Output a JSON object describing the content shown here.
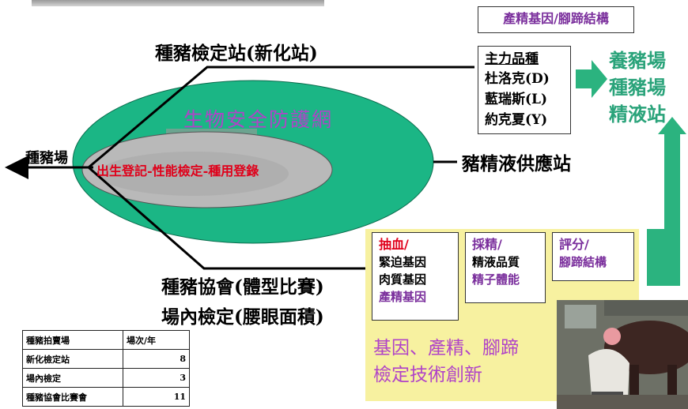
{
  "genetic_box_label": "產精基因/腳蹄結構",
  "station_label": "種豬檢定站(新化站)",
  "breeds": {
    "title": "主力品種",
    "items": [
      "杜洛克(D)",
      "藍瑞斯(L)",
      "約克夏(Y)"
    ]
  },
  "destinations": [
    "養豬場",
    "種豬場",
    "精液站"
  ],
  "ellipse": {
    "outer_label": "生物安全防護網",
    "inner_label": "出生登記-性能檢定-種用登錄"
  },
  "left_label": "種豬場",
  "semen_station_label": "豬精液供應站",
  "association_label_1": "種豬協會(體型比賽)",
  "association_label_2": "場內檢定(腰眼面積)",
  "panel": {
    "box1": {
      "title": "抽血/",
      "lines": [
        "緊迫基因",
        "肉質基因"
      ],
      "highlight": "產精基因"
    },
    "box2": {
      "title": "採精/",
      "lines": [
        "精液品質"
      ],
      "highlight": "精子體能"
    },
    "box3": {
      "title": "評分/",
      "highlight": "腳蹄結構"
    },
    "caption_1": "基因、產精、腳蹄",
    "caption_2": "檢定技術創新"
  },
  "auction_table": {
    "headers": [
      "種豬拍賣場",
      "場次/年"
    ],
    "rows": [
      {
        "name": "新化檢定站",
        "count": "8"
      },
      {
        "name": "場內檢定",
        "count": "3"
      },
      {
        "name": "種豬協會比賽會",
        "count": "11"
      }
    ]
  },
  "colors": {
    "ellipse_green": "#1bb685",
    "inner_gray": "#b9b9b9",
    "panel_yellow": "#f7f1a0",
    "arrow_green": "#2bb37f",
    "red_text": "#e0001a",
    "purple_text": "#7a2e9c"
  }
}
